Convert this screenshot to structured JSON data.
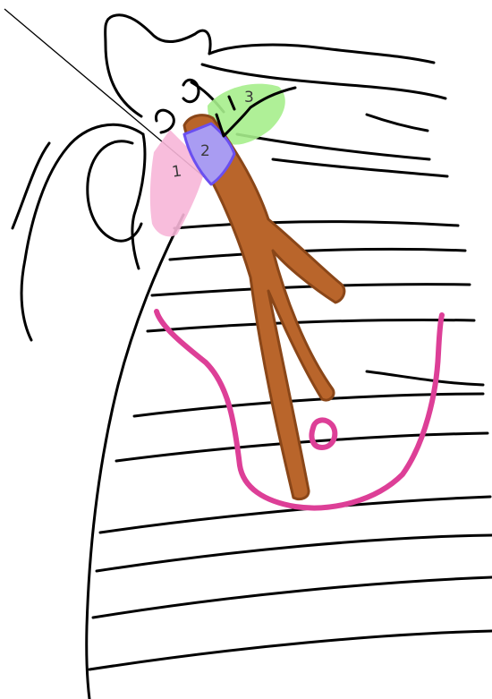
{
  "labels": {
    "region1": "1",
    "region2": "2",
    "region3": "3"
  },
  "colors": {
    "outline": "#000000",
    "region1_fill": "#f7b6d8",
    "region2_fill": "#a99cf2",
    "region2_stroke": "#6a4ff0",
    "region3_fill": "#a6ee8c",
    "vessel_fill": "#b9652b",
    "vessel_stroke": "#8a4618",
    "breast_outline": "#dd3f97"
  }
}
